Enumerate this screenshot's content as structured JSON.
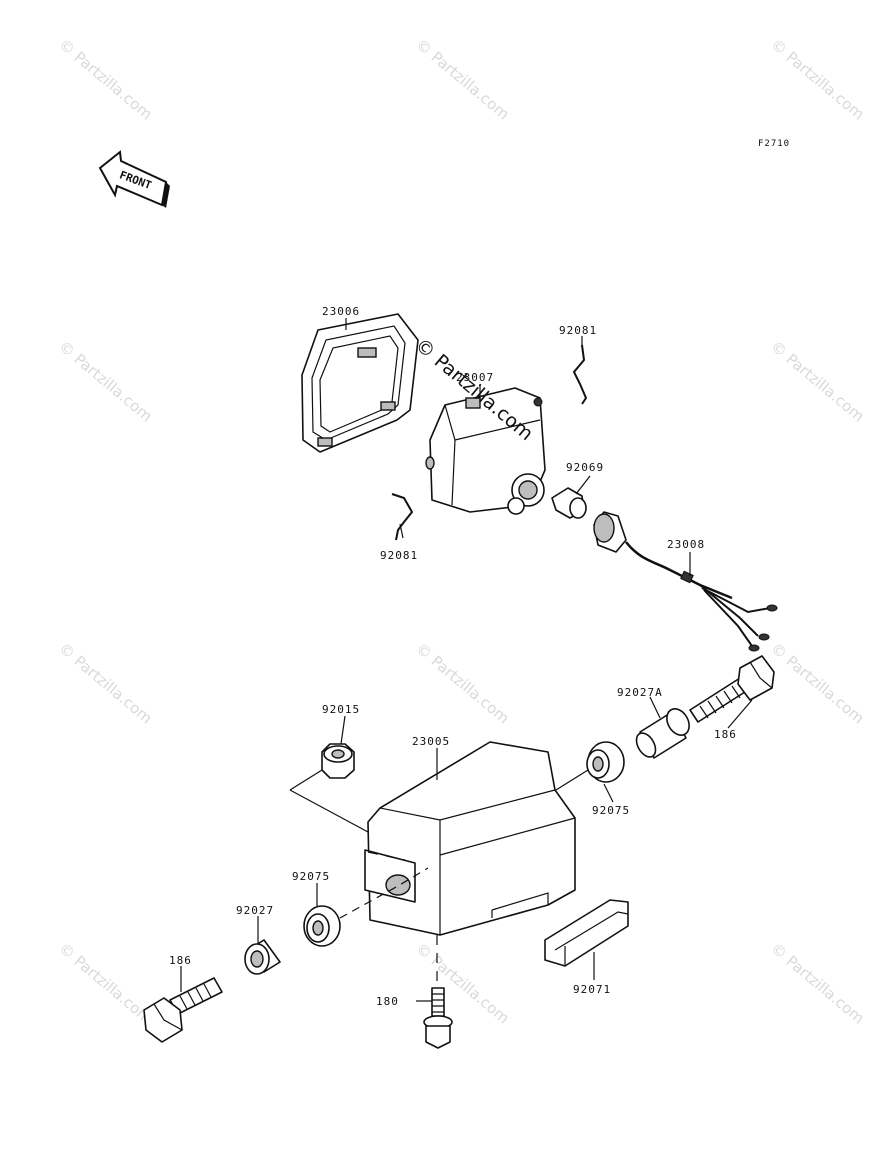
{
  "diagram": {
    "code": "F2710",
    "front_label": "FRONT",
    "watermark_text": "© Partzilla.com",
    "center_watermark": "© Partzilla.com"
  },
  "callouts": {
    "p23006": "23006",
    "p23007": "23007",
    "p92081_top": "92081",
    "p92081_bottom": "92081",
    "p92069": "92069",
    "p23008": "23008",
    "p92015": "92015",
    "p23005": "23005",
    "p92027A": "92027A",
    "p186_right": "186",
    "p92075_right": "92075",
    "p92075_left": "92075",
    "p92027": "92027",
    "p186_left": "186",
    "p180": "180",
    "p92071": "92071"
  }
}
